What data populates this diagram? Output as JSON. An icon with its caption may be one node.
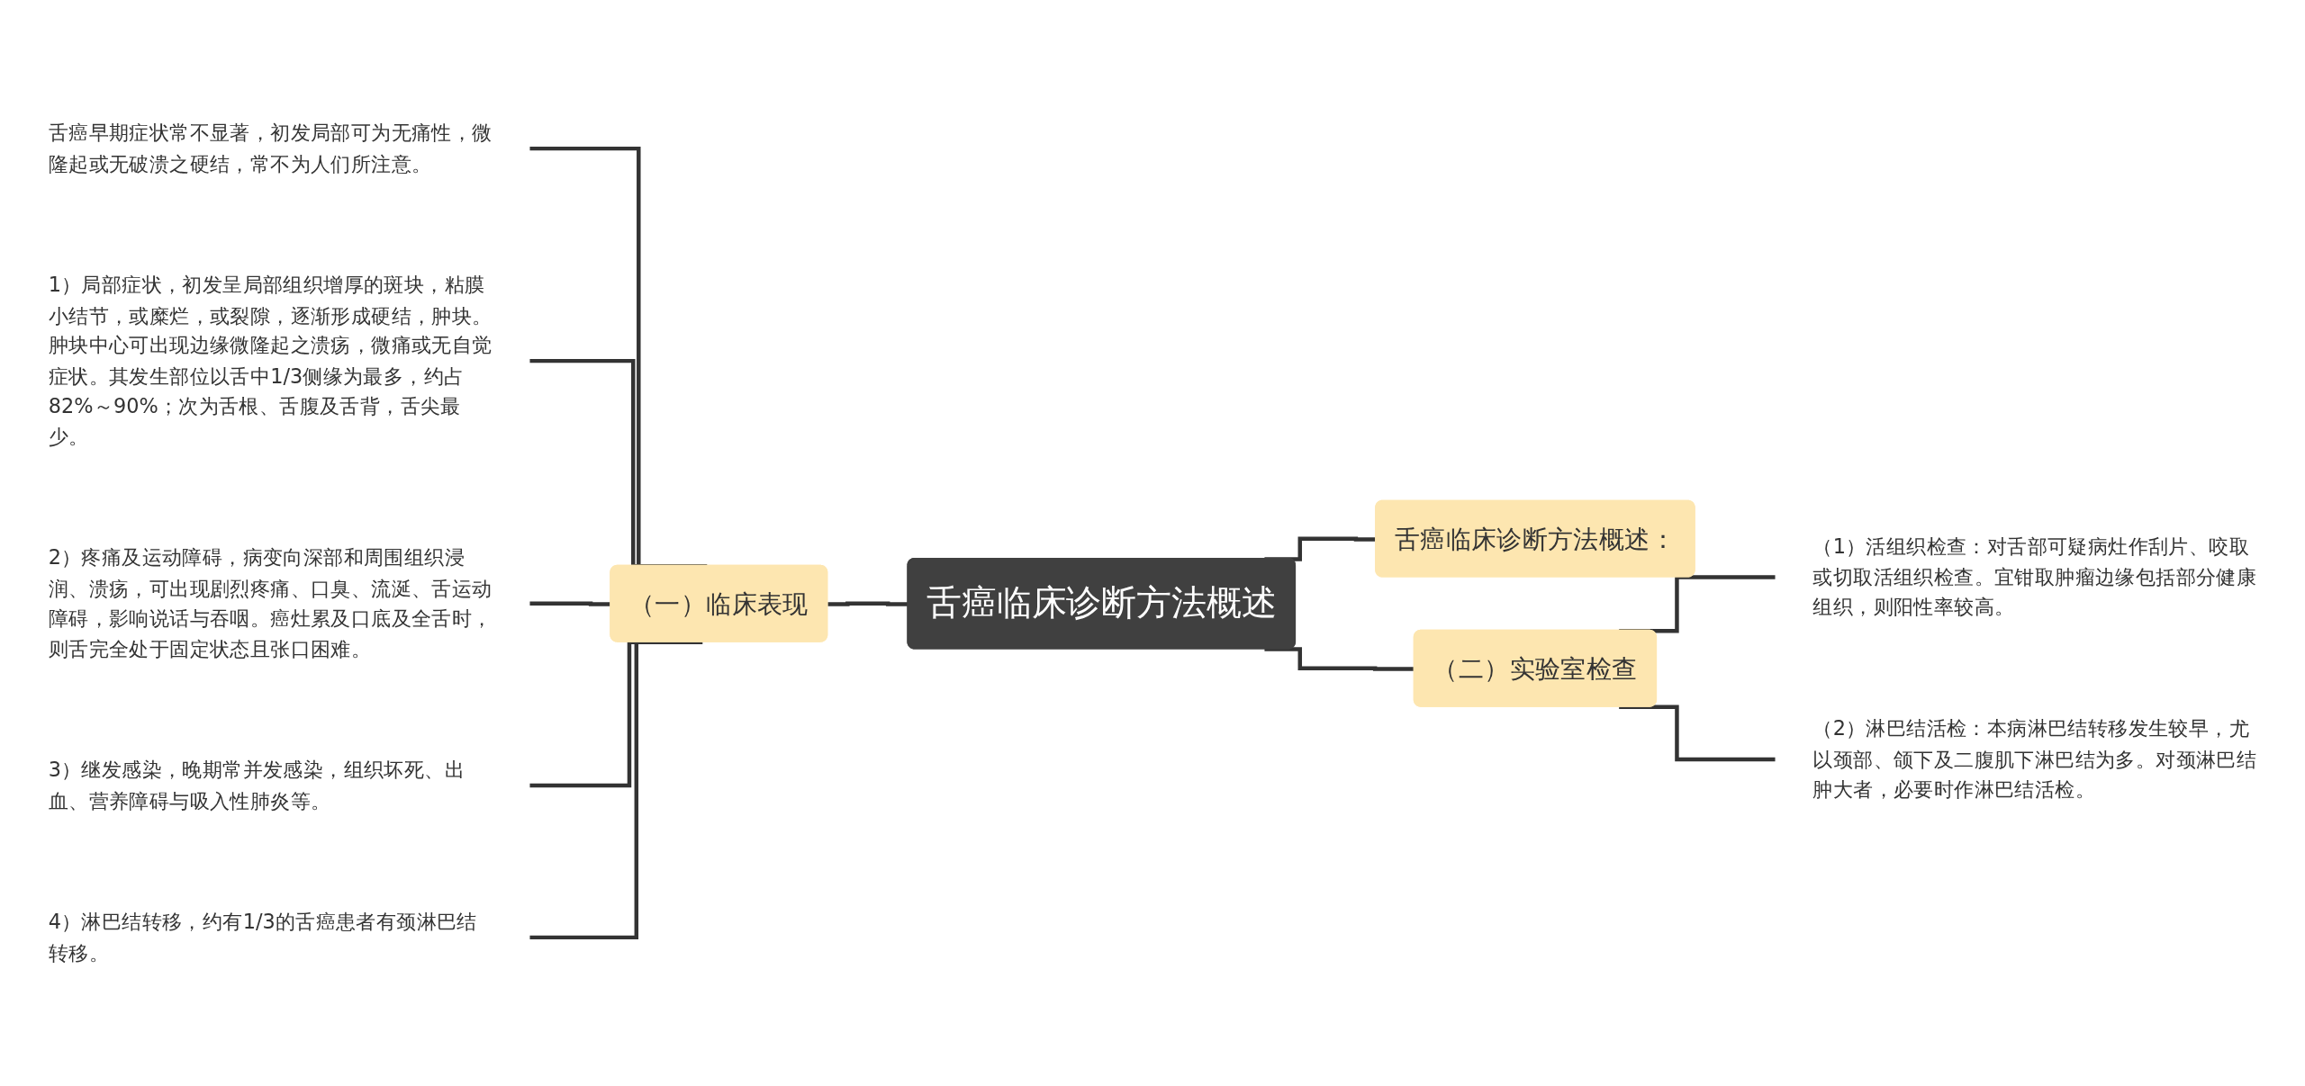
{
  "diagram": {
    "nodes": [
      {
        "text": [
          "舌癌临床诊断方法概述"
        ]
      },
      {
        "text": [
          "（一）临床表现"
        ]
      },
      {
        "text": [
          "舌癌早期症状常不显著，初发局部可为无痛性，微隆起或无破溃之硬结，常不为人们所注意。"
        ]
      },
      {
        "text": [
          "1）局部症状，初发呈局部组织增厚的斑块，粘膜小结节，或糜烂，或裂隙，逐渐形成硬结，肿块。肿块中心可出现边缘微隆起之溃疡，微痛或无自觉症状。其发生部位以舌中1/3侧缘为最多，约占82%～90%；次为舌根、舌腹及舌背，舌尖最少。"
        ]
      },
      {
        "text": [
          "2）疼痛及运动障碍，病变向深部和周围组织浸润、溃疡，可出现剧烈疼痛、口臭、流涎、舌运动障碍，影响说话与吞咽。癌灶累及口底及全舌时，则舌完全处于固定状态且张口困难。"
        ]
      },
      {
        "text": [
          "3）继发感染，晚期常并发感染，组织坏死、出血、营养障碍与吸入性肺炎等。"
        ]
      },
      {
        "text": [
          "4）淋巴结转移，约有1/3的舌癌患者有颈淋巴结转移。"
        ]
      },
      {
        "text": [
          "舌癌临床诊断方法概述："
        ]
      },
      {
        "text": [
          "（二）实验室检查"
        ]
      },
      {
        "text": [
          "（1）活组织检查：对舌部可疑病灶作刮片、咬取或切取活组织检查。宜钳取肿瘤边缘包括部分健康组织，则阳性率较高。"
        ]
      },
      {
        "text": [
          "（2）淋巴结活检：本病淋巴结转移发生较早，尤以颈部、颌下及二腹肌下淋巴结为多。对颈淋巴结肿大者，必要时作淋巴结活检。"
        ]
      }
    ],
    "edges": [
      {
        "from": 2,
        "to": 1,
        "arrow": "none"
      },
      {
        "from": 3,
        "to": 1,
        "arrow": "none"
      },
      {
        "from": 4,
        "to": 1,
        "arrow": "none"
      },
      {
        "from": 5,
        "to": 1,
        "arrow": "none"
      },
      {
        "from": 6,
        "to": 1,
        "arrow": "none"
      },
      {
        "from": 1,
        "to": 0,
        "arrow": "none"
      },
      {
        "from": 0,
        "to": 7,
        "arrow": "none"
      },
      {
        "from": 0,
        "to": 8,
        "arrow": "none"
      },
      {
        "from": 8,
        "to": 9,
        "arrow": "none"
      },
      {
        "from": 8,
        "to": 10,
        "arrow": "none"
      }
    ]
  }
}
